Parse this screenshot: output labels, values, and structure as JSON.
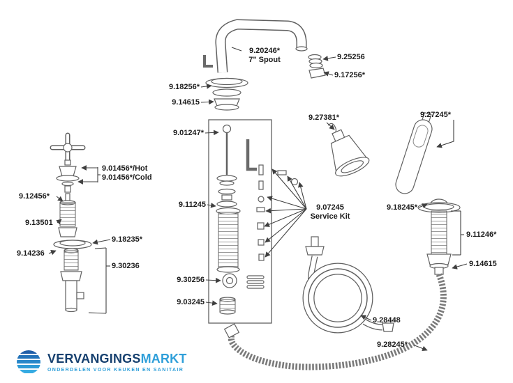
{
  "page": {
    "background": "#ffffff"
  },
  "diagram": {
    "description": "Exploded parts diagram of a roman tub faucet with handshower",
    "labels": [
      {
        "text": "9.20246*",
        "sub": "7\" Spout"
      },
      {
        "text": "9.25256"
      },
      {
        "text": "9.17256*"
      },
      {
        "text": "9.18256*"
      },
      {
        "text": "9.14615"
      },
      {
        "text": "9.27381*"
      },
      {
        "text": "9.27245*"
      },
      {
        "text": "9.01247*"
      },
      {
        "text": "9.01456*/Hot",
        "sub": "9.01456*/Cold"
      },
      {
        "text": "9.12456*"
      },
      {
        "text": "9.13501"
      },
      {
        "text": "9.18235*"
      },
      {
        "text": "9.14236"
      },
      {
        "text": "9.30236"
      },
      {
        "text": "9.11245"
      },
      {
        "text": "9.07245",
        "sub": "Service Kit"
      },
      {
        "text": "9.18245*"
      },
      {
        "text": "9.11246*"
      },
      {
        "text": "9.14615"
      },
      {
        "text": "9.30256"
      },
      {
        "text": "9.03245"
      },
      {
        "text": "9.28448"
      },
      {
        "text": "9.28245*"
      }
    ]
  },
  "logo": {
    "name_primary": "VERVANGINGS",
    "name_secondary": "MARKT",
    "tagline": "ONDERDELEN VOOR KEUKEN EN SANITAIR",
    "color_primary": "#16406f",
    "color_secondary": "#2f9fd9"
  }
}
